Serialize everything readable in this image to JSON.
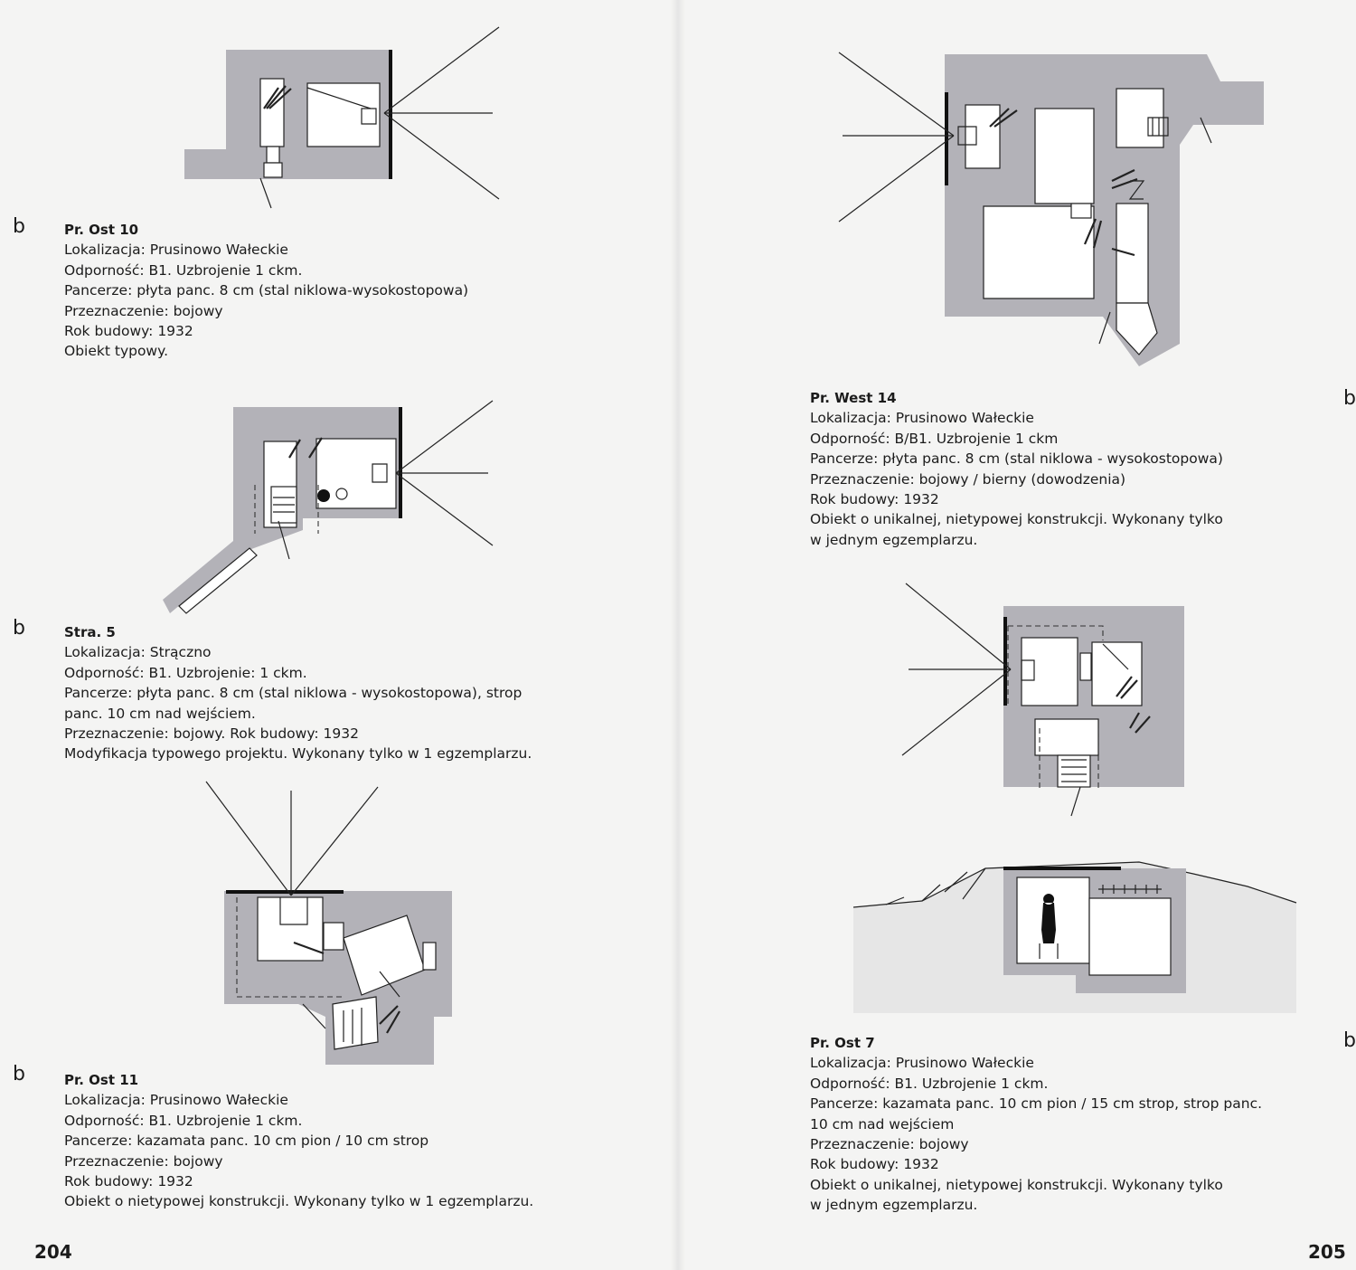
{
  "left_page": {
    "page_number": "204",
    "entries": [
      {
        "marker": "b",
        "title": "Pr. Ost 10",
        "lines": [
          "Lokalizacja: Prusinowo Wałeckie",
          "Odporność: B1. Uzbrojenie 1 ckm.",
          "Pancerze: płyta panc. 8 cm (stal niklowa-wysokostopowa)",
          "Przeznaczenie: bojowy",
          "Rok budowy: 1932",
          "Obiekt typowy."
        ]
      },
      {
        "marker": "b",
        "title": "Stra. 5",
        "lines": [
          "Lokalizacja: Strączno",
          "Odporność: B1. Uzbrojenie: 1 ckm.",
          "Pancerze: płyta panc. 8 cm (stal niklowa - wysokostopowa), strop",
          "panc. 10 cm nad wejściem.",
          "Przeznaczenie: bojowy. Rok budowy: 1932",
          "Modyfikacja typowego projektu. Wykonany tylko w 1 egzemplarzu."
        ]
      },
      {
        "marker": "b",
        "title": "Pr. Ost 11",
        "lines": [
          "Lokalizacja: Prusinowo Wałeckie",
          "Odporność: B1. Uzbrojenie 1 ckm.",
          "Pancerze: kazamata panc. 10 cm pion / 10 cm strop",
          "Przeznaczenie: bojowy",
          "Rok budowy: 1932",
          "Obiekt o nietypowej konstrukcji. Wykonany tylko w 1 egzemplarzu."
        ]
      }
    ]
  },
  "right_page": {
    "page_number": "205",
    "edge_markers": [
      "b",
      "b"
    ],
    "entries": [
      {
        "title": "Pr. West 14",
        "lines": [
          "Lokalizacja: Prusinowo Wałeckie",
          "Odporność: B/B1. Uzbrojenie 1 ckm",
          "Pancerze: płyta panc. 8 cm (stal niklowa - wysokostopowa)",
          "Przeznaczenie: bojowy / bierny (dowodzenia)",
          "Rok budowy: 1932",
          "Obiekt o unikalnej, nietypowej konstrukcji. Wykonany tylko",
          "w jednym egzemplarzu."
        ]
      },
      {
        "title": "Pr. Ost 7",
        "lines": [
          "Lokalizacja: Prusinowo Wałeckie",
          "Odporność: B1. Uzbrojenie 1 ckm.",
          "Pancerze: kazamata panc. 10 cm pion / 15 cm strop, strop panc.",
          "10 cm nad wejściem",
          "Przeznaczenie: bojowy",
          "Rok budowy: 1932",
          "Obiekt o unikalnej, nietypowej konstrukcji. Wykonany tylko",
          "w jednym egzemplarzu."
        ]
      }
    ]
  },
  "colors": {
    "wall_fill": "#b3b2b8",
    "paper": "#f4f4f3",
    "ink": "#1b1b1b"
  }
}
